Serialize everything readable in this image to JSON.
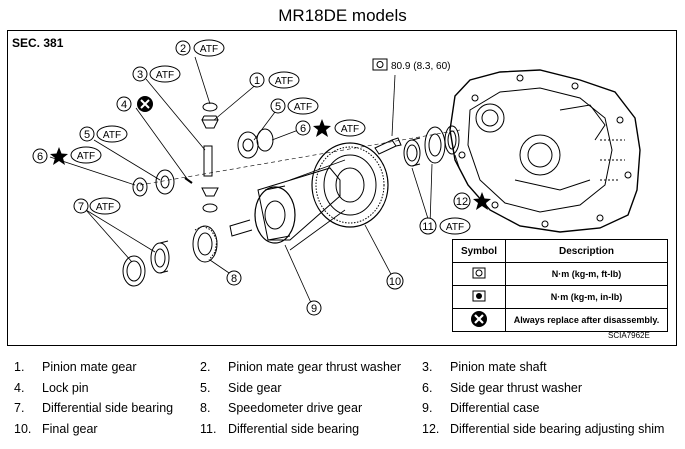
{
  "title": "MR18DE models",
  "section": "SEC. 381",
  "figure_id": "SCIA7962E",
  "torque_spec": "80.9 (8.3, 60)",
  "callouts": [
    {
      "num": "1",
      "tag": "ATF"
    },
    {
      "num": "2",
      "tag": "ATF"
    },
    {
      "num": "3",
      "tag": "ATF"
    },
    {
      "num": "4",
      "tag": ""
    },
    {
      "num": "5",
      "tag": "ATF"
    },
    {
      "num": "5",
      "tag": "ATF"
    },
    {
      "num": "6",
      "tag": "ATF"
    },
    {
      "num": "6",
      "tag": "ATF"
    },
    {
      "num": "7",
      "tag": "ATF"
    },
    {
      "num": "8",
      "tag": ""
    },
    {
      "num": "9",
      "tag": ""
    },
    {
      "num": "10",
      "tag": ""
    },
    {
      "num": "11",
      "tag": "ATF"
    },
    {
      "num": "12",
      "tag": ""
    }
  ],
  "symbol_table": {
    "header_symbol": "Symbol",
    "header_description": "Description",
    "rows": [
      {
        "symbol": "torque-nm-kgm-ftlb-icon",
        "description": "N·m (kg-m, ft-lb)"
      },
      {
        "symbol": "torque-nm-kgm-inlb-icon",
        "description": "N·m (kg-m, in-lb)"
      },
      {
        "symbol": "always-replace-icon",
        "description": "Always replace after disassembly."
      }
    ]
  },
  "legend": [
    {
      "num": "1.",
      "label": "Pinion mate gear"
    },
    {
      "num": "2.",
      "label": "Pinion mate gear thrust washer"
    },
    {
      "num": "3.",
      "label": "Pinion mate shaft"
    },
    {
      "num": "4.",
      "label": "Lock pin"
    },
    {
      "num": "5.",
      "label": "Side gear"
    },
    {
      "num": "6.",
      "label": "Side gear thrust washer"
    },
    {
      "num": "7.",
      "label": "Differential side bearing"
    },
    {
      "num": "8.",
      "label": "Speedometer drive gear"
    },
    {
      "num": "9.",
      "label": "Differential case"
    },
    {
      "num": "10.",
      "label": "Final gear"
    },
    {
      "num": "11.",
      "label": "Differential side bearing"
    },
    {
      "num": "12.",
      "label": "Differential side bearing adjusting shim"
    }
  ]
}
